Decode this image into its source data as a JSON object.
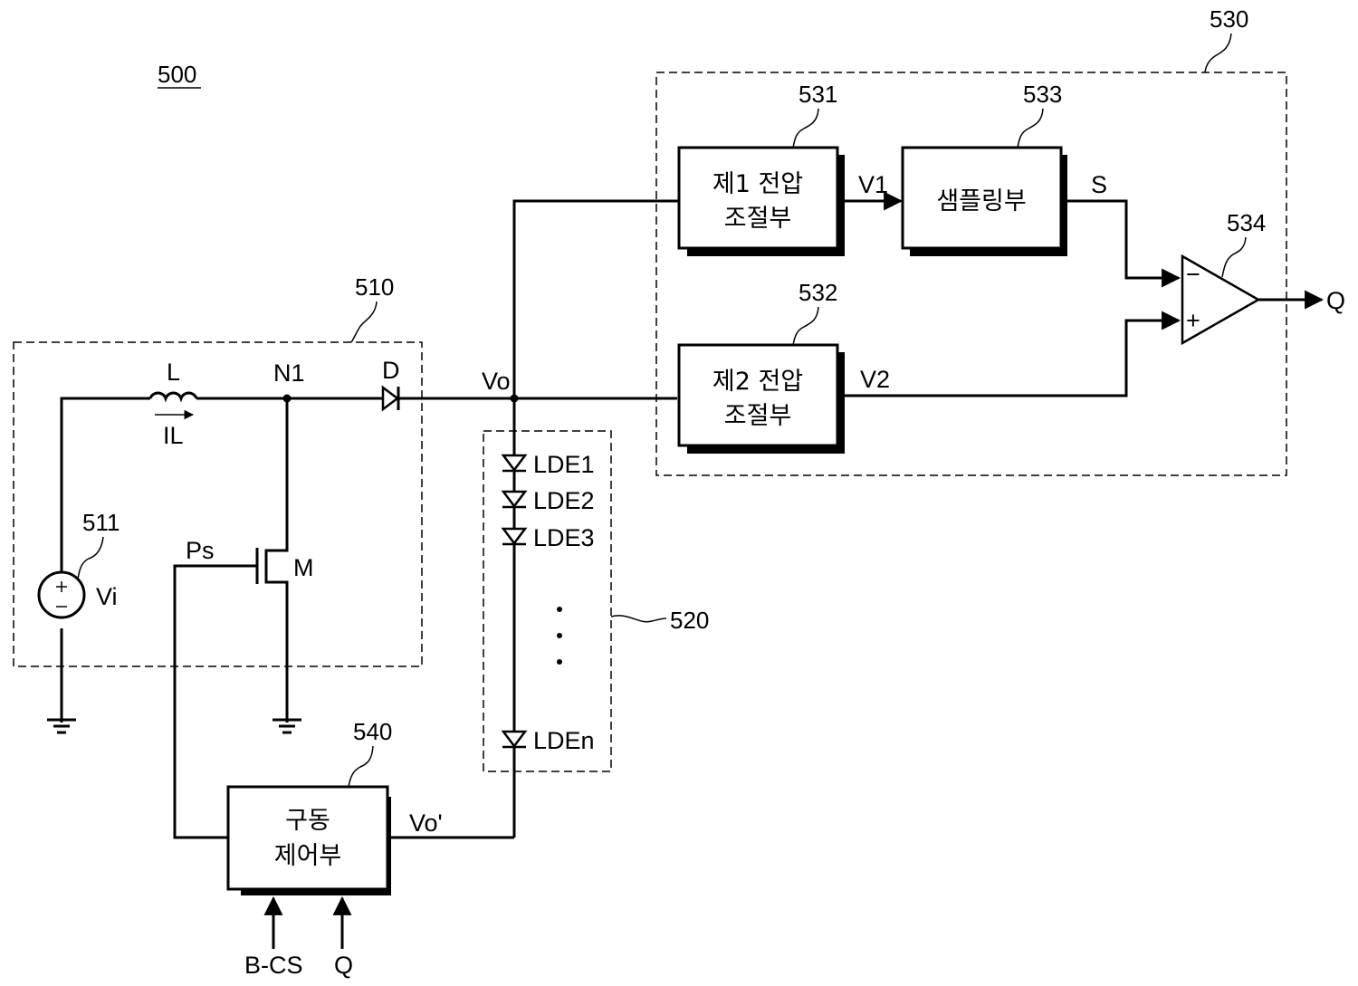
{
  "figure": {
    "ref": "500",
    "colors": {
      "line": "#000000",
      "background": "#ffffff"
    }
  },
  "converter": {
    "ref": "510",
    "source_ref": "511",
    "source_label": "Vi",
    "inductor_label": "L",
    "current_label": "IL",
    "node_label": "N1",
    "diode_label": "D",
    "switch_label": "M",
    "gate_signal_label": "Ps",
    "output_label": "Vo"
  },
  "led_string": {
    "ref": "520",
    "leds": [
      "LDE1",
      "LDE2",
      "LDE3",
      "LDEn"
    ],
    "ellipsis": "⋮"
  },
  "detector": {
    "ref": "530",
    "block1": {
      "ref": "531",
      "line1": "제1 전압",
      "line2": "조절부",
      "output": "V1"
    },
    "block2": {
      "ref": "532",
      "line1": "제2 전압",
      "line2": "조절부",
      "output": "V2"
    },
    "sampler": {
      "ref": "533",
      "label": "샘플링부",
      "output": "S"
    },
    "comparator": {
      "ref": "534",
      "minus": "−",
      "plus": "+",
      "output": "Q"
    }
  },
  "driver": {
    "ref": "540",
    "line1": "구동",
    "line2": "제어부",
    "feedback_label": "Vo'",
    "inputs": [
      "B-CS",
      "Q"
    ]
  }
}
